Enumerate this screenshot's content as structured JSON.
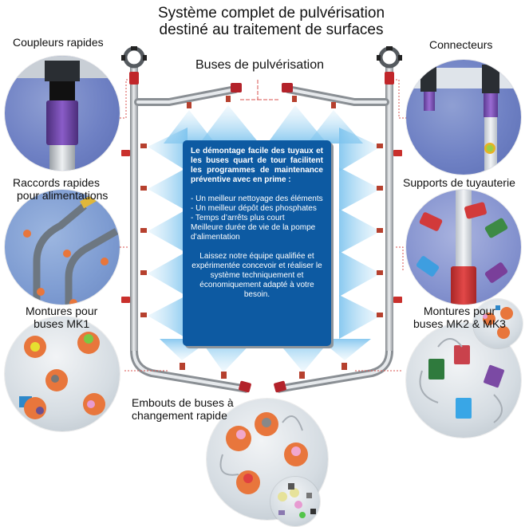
{
  "title": {
    "line1": "Système complet de pulvérisation",
    "line2": "destiné au traitement de surfaces"
  },
  "labels": {
    "center_top": "Buses de pulvérisation",
    "coupleurs": "Coupleurs rapides",
    "connecteurs": "Connecteurs",
    "raccords_line1": "Raccords rapides",
    "raccords_line2": "pour alimentations",
    "supports": "Supports de tuyauterie",
    "mk1_line1": "Montures pour",
    "mk1_line2": "buses MK1",
    "mk23_line1": "Montures pour",
    "mk23_line2": "buses MK2 & MK3",
    "embouts_line1": "Embouts de buses à",
    "embouts_line2": "changement rapide"
  },
  "infobox": {
    "intro": "Le démontage facile des tuyaux et les buses quart de tour facilitent les programmes de maintenance préventive avec en prime :",
    "bullets": [
      "- Un meilleur nettoyage des éléments",
      "- Un meilleur dépôt des phosphates",
      "- Temps d’arrêts plus court",
      "Meilleure durée de vie de la pompe d’alimentation"
    ],
    "closing": "Laissez notre équipe qualifiée et expérimentée concevoir et réaliser le système techniquement et économiquement adapté à votre besoin."
  },
  "colors": {
    "infobox_bg": "#0d5aa2",
    "pipe": "#b9bec3",
    "nozzle_red": "#c0262a",
    "spray": "#9fd3f2",
    "leader_line": "#d9534f",
    "photo_blue": "#6f81c4"
  }
}
